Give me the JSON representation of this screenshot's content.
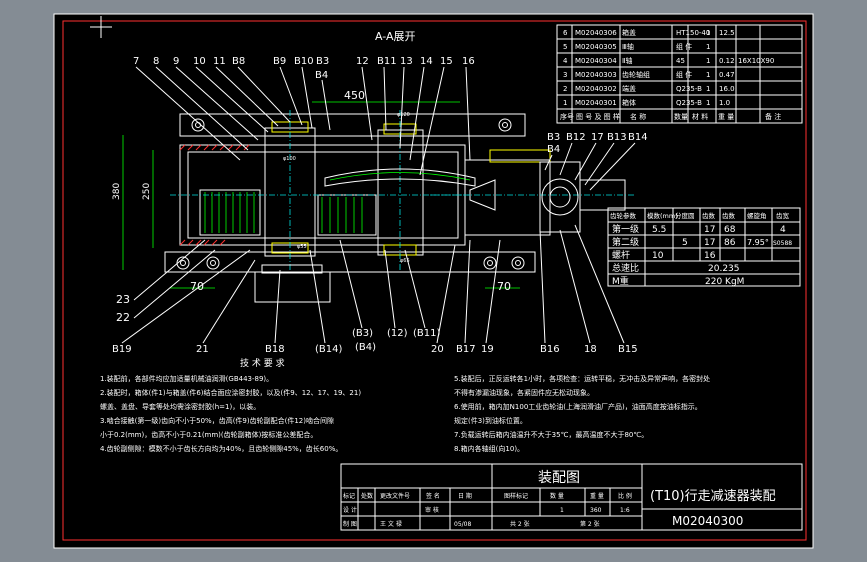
{
  "view_title": "A-A展开",
  "dimensions": {
    "top_width": "450",
    "height_outer": "380",
    "height_inner": "250",
    "bottom_left": "70",
    "bottom_right": "70",
    "shaft_dia_1": "φ100",
    "shaft_dia_2": "φ120",
    "shaft_dia_3": "φ65",
    "shaft_dia_4": "φ55"
  },
  "callouts_top_left": [
    "7",
    "8",
    "9",
    "10",
    "11",
    "B8"
  ],
  "callouts_top_mid": [
    "B9",
    "B10",
    "B3",
    "B4"
  ],
  "callouts_top_right": [
    "12",
    "B11",
    "13",
    "14",
    "15",
    "16"
  ],
  "callouts_right_upper": [
    "B3",
    "B12",
    "17",
    "B13",
    "B14"
  ],
  "callouts_right_b4": "B4",
  "callouts_left": [
    "23",
    "22"
  ],
  "callouts_bottom": [
    "B19",
    "21",
    "B18",
    "(B14)",
    "(B3)",
    "(B4)",
    "(12)",
    "(B11)",
    "20",
    "B17",
    "19",
    "B16",
    "18",
    "B15"
  ],
  "bom": {
    "rows": [
      {
        "no": "6",
        "code": "M02040306",
        "name": "箱盖",
        "qty": "1",
        "material": "HT150-40",
        "weight": "12.5",
        "note": ""
      },
      {
        "no": "5",
        "code": "M02040305",
        "name": "Ⅲ轴",
        "qty": "1",
        "material": "组 件",
        "weight": "",
        "note": ""
      },
      {
        "no": "4",
        "code": "M02040304",
        "name": "Ⅱ轴",
        "qty": "1",
        "material": "45",
        "weight": "0.12",
        "note": "16X10X90"
      },
      {
        "no": "3",
        "code": "M02040303",
        "name": "齿轮轴组",
        "qty": "1",
        "material": "组 件",
        "weight": "0.47",
        "note": ""
      },
      {
        "no": "2",
        "code": "M02040302",
        "name": "端盖",
        "qty": "1",
        "material": "Q235-B",
        "weight": "16.0",
        "note": ""
      },
      {
        "no": "1",
        "code": "M02040301",
        "name": "箱体",
        "qty": "1",
        "material": "Q235-B",
        "weight": "1.0",
        "note": ""
      }
    ],
    "header": [
      "序号",
      "图 号 及 图 样",
      "名 称",
      "数量",
      "材 料",
      "重 量",
      "备 注"
    ]
  },
  "gear_table": {
    "header": [
      "齿轮参数",
      "模数(mm)",
      "分度圆",
      "齿数",
      "齿数",
      "螺旋角",
      "齿宽"
    ],
    "rows": [
      [
        "第一级",
        "5.5",
        "",
        "17",
        "68",
        "4"
      ],
      [
        "第二级",
        "",
        "5",
        "17",
        "86",
        "7.95°",
        "S0588"
      ],
      [
        "螺杆",
        "10",
        "",
        "16",
        "",
        "",
        ""
      ]
    ],
    "total_ratio_label": "总速比",
    "total_ratio": "20.235",
    "weight_label": "M重",
    "weight": "220 KgM"
  },
  "tech_req": {
    "title": "技 术 要 求",
    "left": [
      "1.装配前，各部件均应加适量机械油润滑(GB443-89)。",
      "2.装配时，箱体(件1)与箱盖(件6)结合面应涂密封胶，以及(件9、12、17、19、21)",
      "  螺盖、盖盘、导套等处均需涂密封胶(h=1)，以装。",
      "3.啮合接触(第一级)齿向不小于50%，齿高(件9)齿轮副配合(件12)啮合间隙",
      "  小于0.2(mm)，齿高不小于0.21(mm)(齿轮副箱体)按标准公差配合。",
      "4.齿轮副侧隙：模数不小于齿长方向均为40%，且齿轮侧隙45%，齿长60%。"
    ],
    "right": [
      "5.装配后，正反运转各1小时，各项检查：运转平稳，无冲击及异常声响，各密封处",
      "  不得有渗漏油现象，各紧固件应无松动现象。",
      "6.使用前，箱内加N100工业齿轮油(上海润滑油厂产品)，油面高度按油标指示。",
      "  规定(件3)到油标位置。",
      "7.负载运转后箱内油温升不大于35℃，最高温度不大于80℃。",
      "8.箱内各轴组(向10)。"
    ]
  },
  "title_block": {
    "drawing_title": "装配图",
    "product_name": "(T10)行走减速器装配",
    "drawing_number": "M02040300",
    "labels": [
      "标记",
      "处数",
      "更改文件号",
      "签 名",
      "日 期",
      "图样标记",
      "数 量",
      "重 量",
      "比 例",
      "设 计",
      "审 核",
      "制 图"
    ],
    "designer": "王 文 禄",
    "date": "05/08",
    "quantity": "1",
    "weight": "360",
    "scale": "1:6",
    "sheet": "共 2 张",
    "sheet_no": "第 2 张"
  }
}
